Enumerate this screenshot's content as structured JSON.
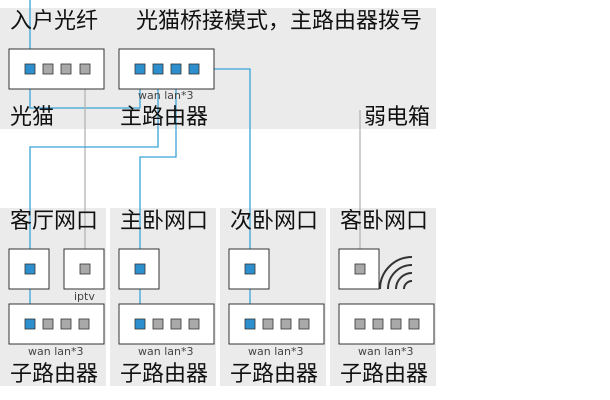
{
  "top": {
    "fiber_label": "入户光纤",
    "mode_label": "光猫桥接模式，主路由器拨号",
    "modem_label": "光猫",
    "main_router_label": "主路由器",
    "main_router_ports": "wan lan*3",
    "weak_box_label": "弱电箱"
  },
  "rooms": [
    {
      "label": "客厅网口",
      "router_label": "子路由器",
      "ports_label": "wan lan*3",
      "extra_label": "iptv"
    },
    {
      "label": "主卧网口",
      "router_label": "子路由器",
      "ports_label": "wan lan*3"
    },
    {
      "label": "次卧网口",
      "router_label": "子路由器",
      "ports_label": "wan lan*3"
    },
    {
      "label": "客卧网口",
      "router_label": "子路由器",
      "ports_label": "wan lan*3"
    }
  ],
  "colors": {
    "panel_bg": "#ebebeb",
    "active_port": "#2e8fcf",
    "inactive_port": "#a9a9a9",
    "blue_line": "#3aa3d6",
    "gray_line": "#b4b4b4",
    "outline": "#333333"
  }
}
